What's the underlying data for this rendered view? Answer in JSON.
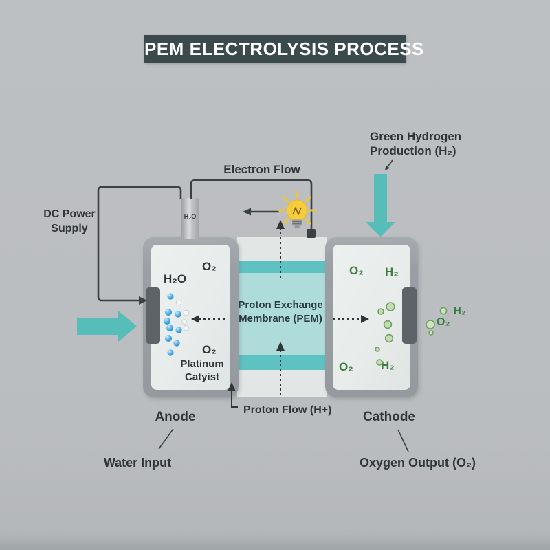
{
  "title": "PEM ELECTROLYSIS PROCESS",
  "labels": {
    "electron_flow": "Electron Flow",
    "green_hydrogen_line1": "Green Hydrogen",
    "green_hydrogen_line2": "Production (H₂)",
    "dc_power_line1": "DC Power",
    "dc_power_line2": "Supply",
    "anode": "Anode",
    "cathode": "Cathode",
    "proton_flow": "Proton Flow (H+)",
    "water_input": "Water Input",
    "oxygen_output": "Oxygen Output (O₂)"
  },
  "membrane": {
    "line1": "Proton Exchange",
    "line2": "Membrane (PEM)"
  },
  "anode_cell": {
    "tube_label": "H₂O",
    "h2o": "H₂O",
    "o2_top": "O₂",
    "o2_bottom": "O₂",
    "catalyst_line1": "Platinum",
    "catalyst_line2": "Catyist"
  },
  "cathode_cell": {
    "o2_top": "O₂",
    "h2_top": "H₂",
    "o2_bottom": "O₂",
    "h2_bottom": "H₂",
    "h2_outside": "H₂",
    "o2_outside": "O₂"
  },
  "colors": {
    "title_bg": "#3b4a4d",
    "accent_teal": "#57bdb8",
    "membrane_teal_dark": "#5fc2c2",
    "membrane_teal_light": "#aedcda",
    "green_text": "#3b7d3e",
    "bubble_blue": "#2f9fe0",
    "bubble_green": "#c4dcb6",
    "wire_dark": "#3a4043",
    "bulb_yellow": "#f6cb3c",
    "cell_frame_gray": "#999fa4",
    "electrode_gray": "#5d6367"
  }
}
